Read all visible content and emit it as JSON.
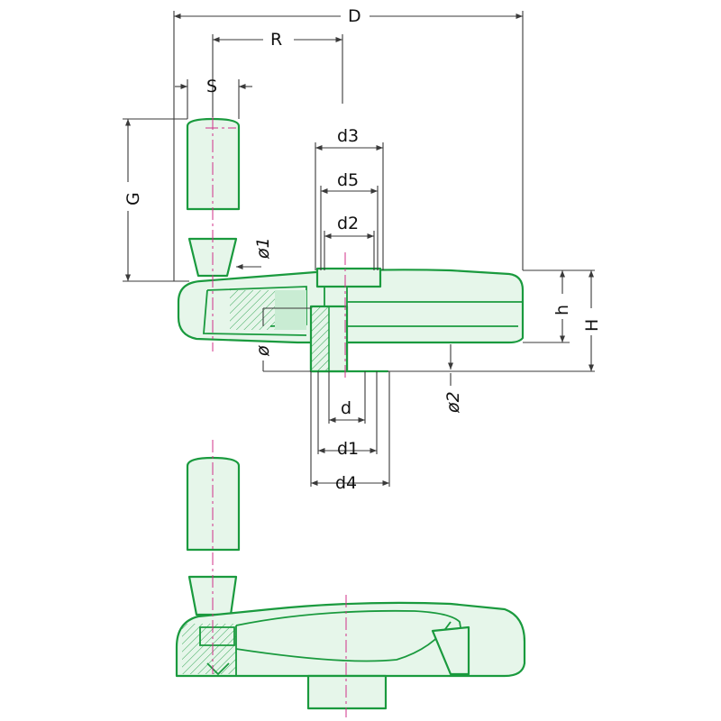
{
  "colors": {
    "part_outline": "#1a9a3e",
    "part_fill": "#e6f6ea",
    "centerline": "#d0308a",
    "dimension": "#3a3a3a"
  },
  "labels": {
    "D": "D",
    "R": "R",
    "S": "S",
    "G": "G",
    "d3": "d3",
    "d5": "d5",
    "d2": "d2",
    "phi1": "ø1",
    "h": "h",
    "H": "H",
    "phi": "ø",
    "phi2": "ø2",
    "d": "d",
    "d1": "d1",
    "d4": "d4"
  }
}
